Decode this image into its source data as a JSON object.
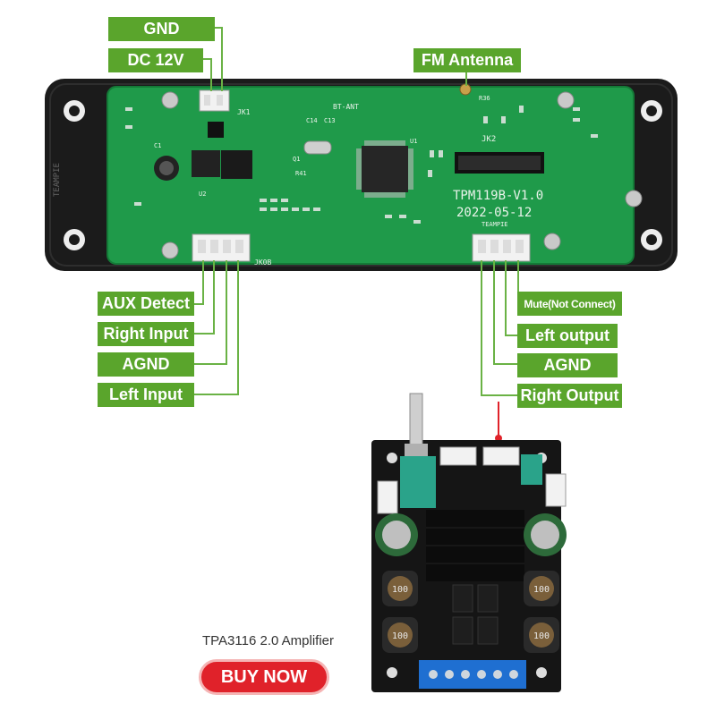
{
  "labels": {
    "gnd": "GND",
    "dc12v": "DC 12V",
    "fm_antenna": "FM Antenna",
    "aux_detect": "AUX Detect",
    "right_input": "Right Input",
    "agnd_left": "AGND",
    "left_input": "Left Input",
    "mute": "Mute(Not Connect)",
    "left_output": "Left output",
    "agnd_right": "AGND",
    "right_output": "Right Output"
  },
  "board": {
    "model": "TPM119B-V1.0",
    "date": "2022-05-12",
    "brand": "TEAMPIE",
    "silkscreen": [
      "JK1",
      "JK2",
      "JK0B",
      "BT-ANT",
      "U1",
      "U2",
      "Q1",
      "C1",
      "C13",
      "C14",
      "R36",
      "R41"
    ]
  },
  "amplifier": {
    "caption": "TPA3116 2.0 Amplifier",
    "inductor_mark": "100"
  },
  "buy_button": "BUY NOW",
  "colors": {
    "label_green": "#5aa52c",
    "pcb_green": "#1f9a4a",
    "buy_red": "#e0222a"
  }
}
